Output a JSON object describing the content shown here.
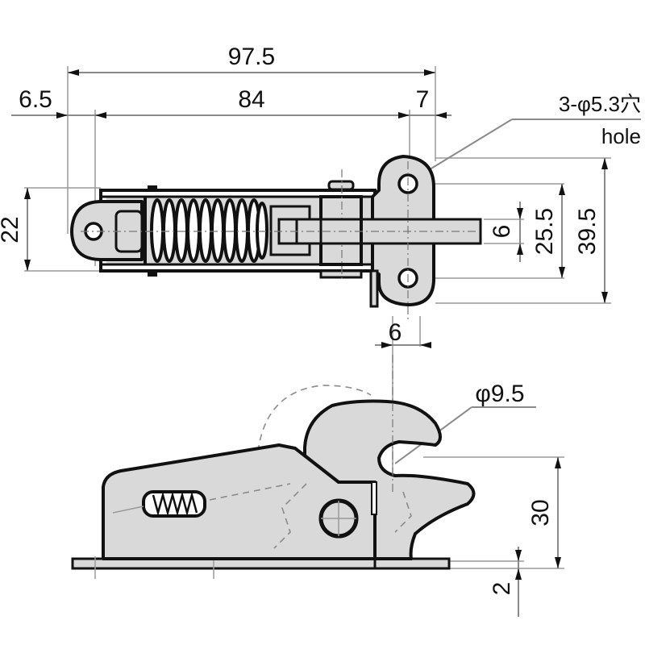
{
  "drawing": {
    "title": "Spring latch dimension drawing",
    "fill_color": "#d9d9d9",
    "line_color": "#111111",
    "top_view": {
      "dimensions": {
        "overall_length": "97.5",
        "left_offset": "6.5",
        "hole_pitch": "84",
        "right_offset": "7",
        "body_height": "22",
        "bolt_diameter": "6",
        "hole_spacing": "25.5",
        "plate_height": "39.5"
      },
      "hole_note": {
        "line1": "3-φ5.3穴",
        "line2": "hole"
      }
    },
    "side_view": {
      "dimensions": {
        "hook_offset": "6",
        "hook_diameter": "φ9.5",
        "height": "30",
        "base_thickness": "2"
      }
    }
  }
}
